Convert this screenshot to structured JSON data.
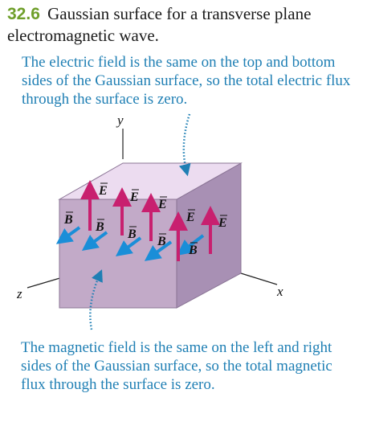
{
  "figure": {
    "number": "32.6",
    "title": "Gaussian surface for a transverse plane electromagnetic wave."
  },
  "captions": {
    "top": "The electric field is the same on the top and bottom sides of the Gaussian surface, so the total electric flux through the surface is zero.",
    "bottom": "The magnetic field is the same on the left and right sides of the Gaussian surface, so the total magnetic flux through the surface is zero."
  },
  "axes": {
    "x": "x",
    "y": "y",
    "z": "z"
  },
  "vectors": {
    "e_labels": [
      "E",
      "E",
      "E",
      "E",
      "E"
    ],
    "b_labels": [
      "B",
      "B",
      "B",
      "B",
      "B"
    ]
  },
  "colors": {
    "accent_green": "#6f9f2a",
    "caption_blue": "#1f7fb4",
    "e_field": "#c8206f",
    "b_field": "#1a8ed8",
    "box_front": "#c2aac8",
    "box_top": "#ecdcf0",
    "box_side": "#a890b4"
  }
}
